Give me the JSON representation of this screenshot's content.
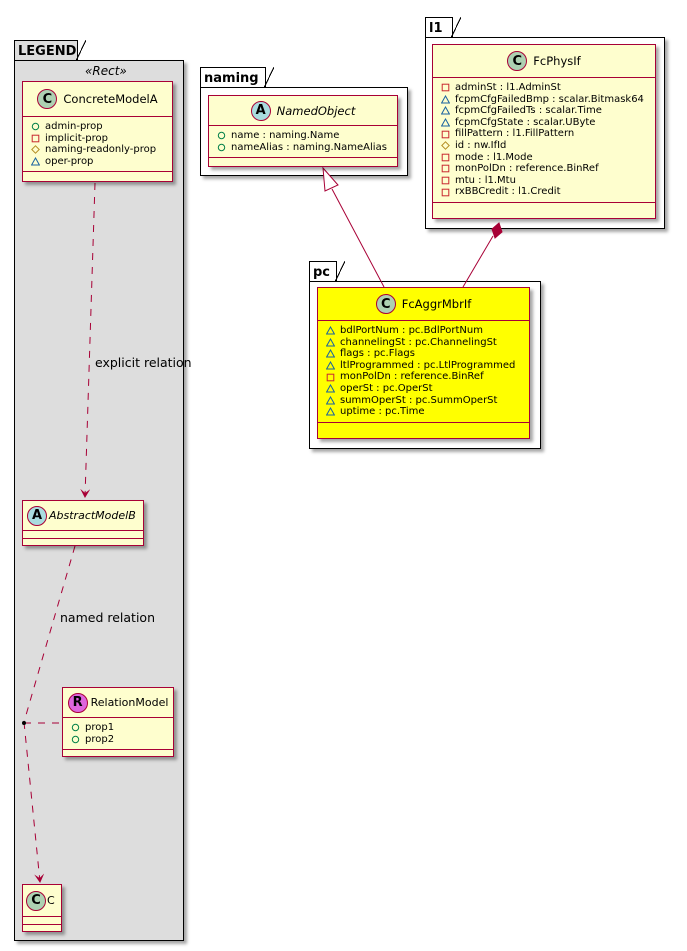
{
  "colors": {
    "class_fill": "#fefece",
    "class_border": "#a80036",
    "highlight_fill": "#ffff00",
    "legend_fill": "#dddddd",
    "spot_class": "#add1b2",
    "spot_abstract": "#a9dcdf",
    "spot_relation": "#dd66dd",
    "vis_public": "#038048",
    "vis_private": "#c82930",
    "vis_protected": "#b38d22",
    "vis_package": "#1963a0",
    "edge": "#a80036"
  },
  "packages": {
    "legend": {
      "name": "LEGEND",
      "stereotype": "«Rect»"
    },
    "naming": {
      "name": "naming"
    },
    "l1": {
      "name": "l1"
    },
    "pc": {
      "name": "pc"
    }
  },
  "classes": {
    "concrete_model_a": {
      "spot": "C",
      "name": "ConcreteModelA",
      "attributes": [
        {
          "vis": "public",
          "text": "admin-prop"
        },
        {
          "vis": "private",
          "text": "implicit-prop"
        },
        {
          "vis": "protected",
          "text": "naming-readonly-prop"
        },
        {
          "vis": "package",
          "text": "oper-prop"
        }
      ]
    },
    "abstract_model_b": {
      "spot": "A",
      "name": "AbstractModelB",
      "attributes": []
    },
    "relation_model": {
      "spot": "R",
      "name": "RelationModel",
      "attributes": [
        {
          "vis": "public",
          "text": "prop1"
        },
        {
          "vis": "public",
          "text": "prop2"
        }
      ]
    },
    "c": {
      "spot": "C",
      "name": "C",
      "attributes": []
    },
    "named_object": {
      "spot": "A",
      "name": "NamedObject",
      "attributes": [
        {
          "vis": "public",
          "text": "name : naming.Name"
        },
        {
          "vis": "public",
          "text": "nameAlias : naming.NameAlias"
        }
      ]
    },
    "fc_phys_if": {
      "spot": "C",
      "name": "FcPhysIf",
      "attributes": [
        {
          "vis": "private",
          "text": "adminSt : l1.AdminSt"
        },
        {
          "vis": "package",
          "text": "fcpmCfgFailedBmp : scalar.Bitmask64"
        },
        {
          "vis": "package",
          "text": "fcpmCfgFailedTs : scalar.Time"
        },
        {
          "vis": "package",
          "text": "fcpmCfgState : scalar.UByte"
        },
        {
          "vis": "private",
          "text": "fillPattern : l1.FillPattern"
        },
        {
          "vis": "protected",
          "text": "id : nw.IfId"
        },
        {
          "vis": "private",
          "text": "mode : l1.Mode"
        },
        {
          "vis": "private",
          "text": "monPolDn : reference.BinRef"
        },
        {
          "vis": "private",
          "text": "mtu : l1.Mtu"
        },
        {
          "vis": "private",
          "text": "rxBBCredit : l1.Credit"
        }
      ]
    },
    "fc_aggr_mbr_if": {
      "spot": "C",
      "name": "FcAggrMbrIf",
      "attributes": [
        {
          "vis": "package",
          "text": "bdlPortNum : pc.BdlPortNum"
        },
        {
          "vis": "package",
          "text": "channelingSt : pc.ChannelingSt"
        },
        {
          "vis": "package",
          "text": "flags : pc.Flags"
        },
        {
          "vis": "package",
          "text": "ltlProgrammed : pc.LtlProgrammed"
        },
        {
          "vis": "private",
          "text": "monPolDn : reference.BinRef"
        },
        {
          "vis": "package",
          "text": "operSt : pc.OperSt"
        },
        {
          "vis": "package",
          "text": "summOperSt : pc.SummOperSt"
        },
        {
          "vis": "package",
          "text": "uptime : pc.Time"
        }
      ]
    }
  },
  "relations": {
    "explicit": {
      "label": "explicit relation",
      "from": "ConcreteModelA",
      "to": "AbstractModelB",
      "type": "dependency"
    },
    "named": {
      "label": "named relation",
      "from": "AbstractModelB",
      "to": "C",
      "type": "dependency",
      "association_class": "RelationModel"
    },
    "inheritance": {
      "from": "FcAggrMbrIf",
      "to": "NamedObject",
      "type": "generalization"
    },
    "composition": {
      "from": "FcAggrMbrIf",
      "to": "FcPhysIf",
      "type": "composition"
    }
  }
}
